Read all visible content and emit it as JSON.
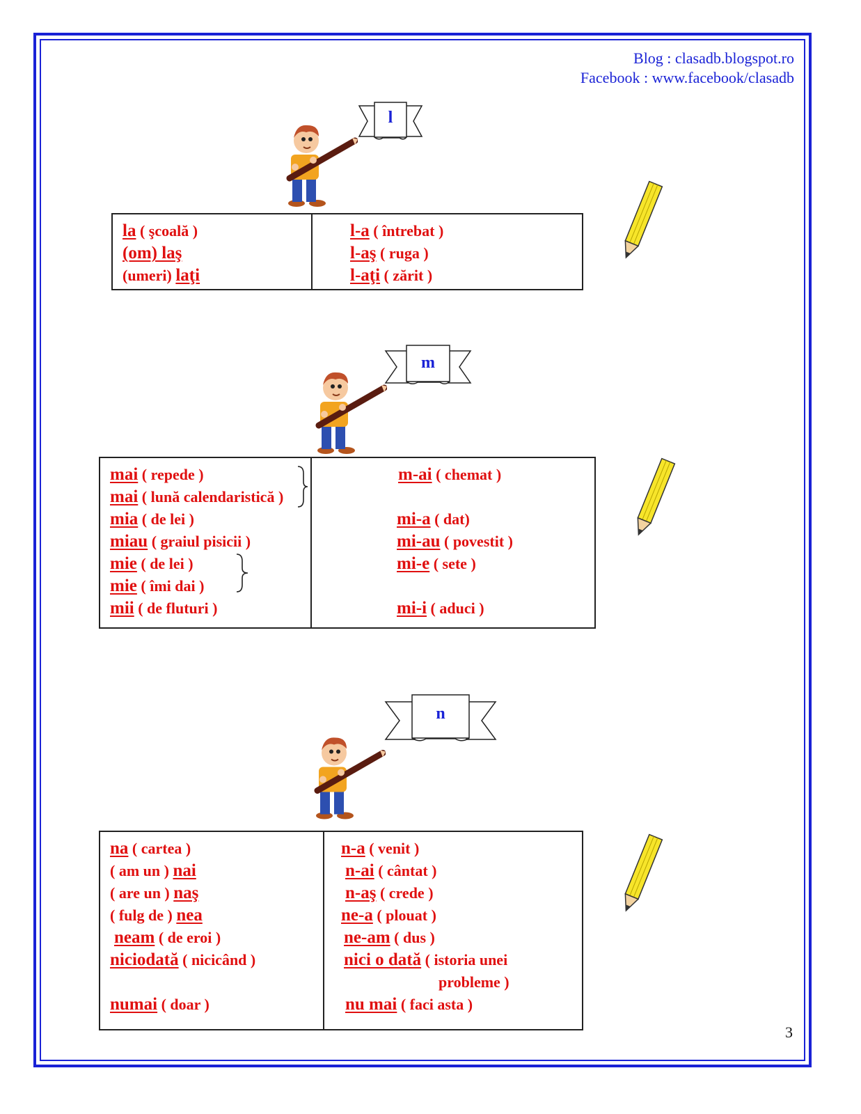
{
  "header": {
    "blog": "Blog : clasadb.blogspot.ro",
    "facebook": "Facebook : www.facebook/clasadb"
  },
  "sections": [
    {
      "letter": "l",
      "left": [
        {
          "w": "la",
          "p": " ( şcoală )"
        },
        {
          "w": "(om) laş",
          "p": ""
        },
        {
          "pre": "(umeri)",
          "w": "laţi",
          "p": ""
        }
      ],
      "right": [
        {
          "w": "l-a",
          "p": " ( întrebat )"
        },
        {
          "w": "l-aş",
          "p": " ( ruga )"
        },
        {
          "w": "l-aţi",
          "p": " ( zărit )"
        }
      ]
    },
    {
      "letter": "m",
      "left": [
        {
          "w": "mai",
          "p": "  ( repede )"
        },
        {
          "w": "mai",
          "p": " ( lună calendaristică )"
        },
        {
          "w": "mia",
          "p": " ( de lei )"
        },
        {
          "w": "miau",
          "p": "  ( graiul pisicii )"
        },
        {
          "w": "mie",
          "p": " ( de lei )"
        },
        {
          "w": "mie",
          "p": " ( îmi dai )"
        },
        {
          "w": "mii",
          "p": "  ( de fluturi )"
        }
      ],
      "right": [
        {
          "w": "m-ai",
          "p": " ( chemat )"
        },
        {
          "w": "mi-a",
          "p": " ( dat)"
        },
        {
          "w": "mi-au",
          "p": " ( povestit )"
        },
        {
          "w": "mi-e",
          "p": " ( sete )"
        },
        {
          "w": "mi-i",
          "p": " ( aduci )"
        }
      ]
    },
    {
      "letter": "n",
      "left": [
        {
          "w": "na",
          "p": " ( cartea )"
        },
        {
          "pre": "( am un )",
          "w": "nai",
          "p": ""
        },
        {
          "pre": "( are un )",
          "w": "naş",
          "p": ""
        },
        {
          "pre": "( fulg de )",
          "w": "nea",
          "p": ""
        },
        {
          "w": "neam",
          "p": " ( de eroi )"
        },
        {
          "w": "niciodată",
          "p": " ( nicicând )"
        },
        {
          "w": "numai",
          "p": " ( doar )"
        }
      ],
      "right": [
        {
          "w": "n-a",
          "p": "  ( venit )"
        },
        {
          "w": "n-ai",
          "p": " ( cântat )"
        },
        {
          "w": "n-aş",
          "p": " ( crede )"
        },
        {
          "w": "ne-a",
          "p": " ( plouat )"
        },
        {
          "w": "ne-am",
          "p": " ( dus )"
        },
        {
          "w": "nici o dată",
          "p": " ( istoria unei"
        },
        {
          "w": "",
          "p": "probleme )"
        },
        {
          "w": "nu mai",
          "p": " ( faci asta )"
        }
      ]
    }
  ],
  "page_number": "3",
  "colors": {
    "frame": "#1a22d6",
    "word": "#e01010",
    "letter": "#1a22d6"
  },
  "icons": [
    "boy-with-pencil-icon",
    "yellow-pencil-icon",
    "ribbon-banner-icon"
  ]
}
